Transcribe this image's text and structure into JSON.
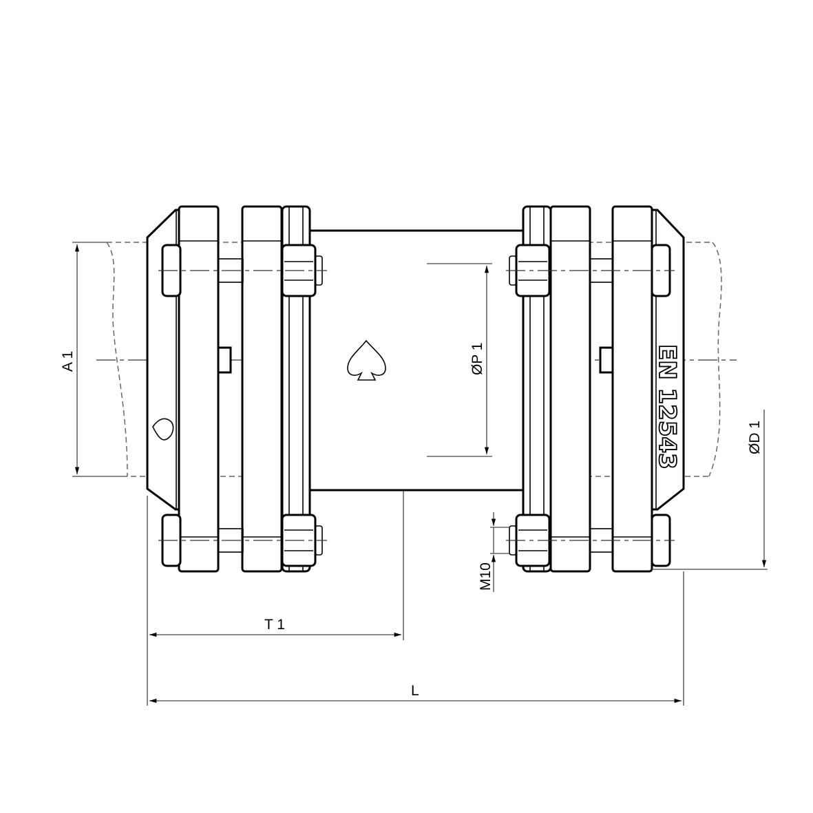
{
  "drawing": {
    "title": "Flanged pipe coupling – side view",
    "embossing": "EN 12543",
    "colors": {
      "line": "#000000",
      "dimension": "#444444",
      "hidden": "#666666",
      "background": "#ffffff"
    }
  },
  "dimensions": {
    "A1": "A 1",
    "P1": "ØP 1",
    "D1": "ØD 1",
    "T1": "T 1",
    "L": "L",
    "M10": "M10"
  },
  "symbols": {
    "center_mark": "spade-symbol",
    "left_mark": "heart-symbol"
  }
}
